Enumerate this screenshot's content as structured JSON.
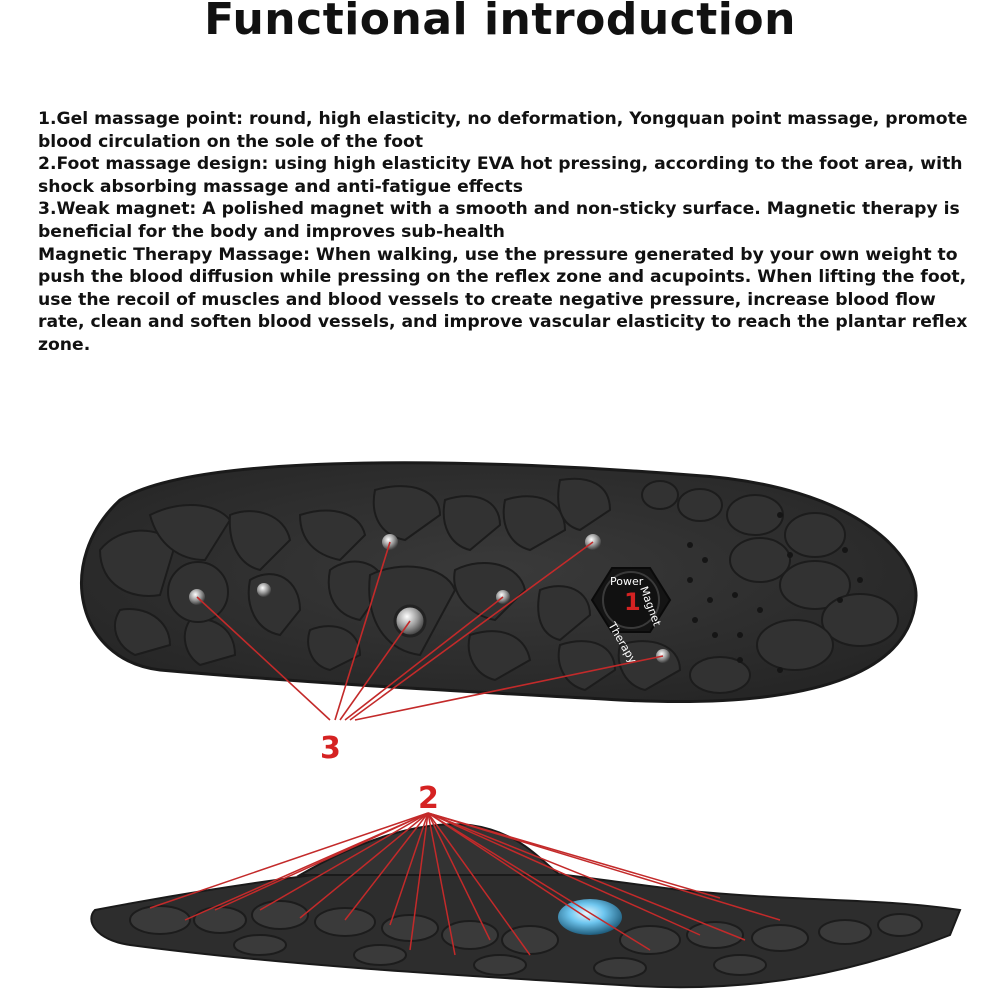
{
  "header": {
    "title": "Functional introduction"
  },
  "description": {
    "lines": [
      "1.Gel massage point: round, high elasticity, no deformation, Yongquan point massage, promote blood circulation on the sole of the foot",
      "2.Foot massage design: using high elasticity EVA hot pressing, according to the foot area, with shock absorbing massage and anti-fatigue effects",
      "3.Weak magnet: A polished magnet with a smooth and non-sticky surface. Magnetic therapy is beneficial for the body and improves sub-health",
      "Magnetic Therapy Massage: When walking, use the pressure generated by your own weight to push the blood diffusion while pressing on the reflex zone and acupoints. When lifting the foot, use the recoil of muscles and blood vessels to create negative pressure, increase blood flow rate, clean and soften blood vessels, and improve vascular elasticity to reach the plantar reflex zone."
    ]
  },
  "figure": {
    "callouts": {
      "magnet": "1",
      "massage": "2",
      "gel": "3"
    },
    "magnet_label": {
      "top": "Power",
      "right": "Magnet",
      "bottom": "Therapy"
    }
  },
  "colors": {
    "callout": "#d52222",
    "insole": "#2f2f2f",
    "gem": "#6ec6ef"
  }
}
